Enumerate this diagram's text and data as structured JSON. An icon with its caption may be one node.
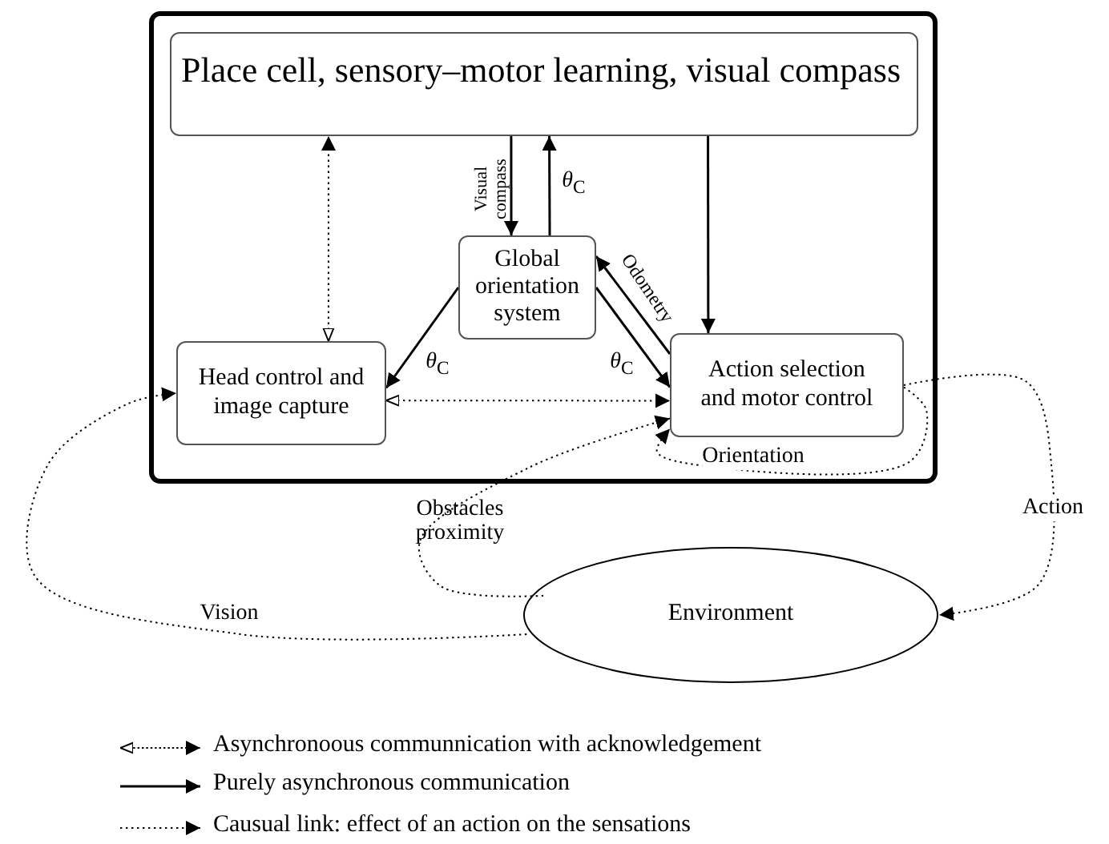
{
  "diagram": {
    "nodes": [
      {
        "text": [],
        "shape": "box"
      },
      {
        "text": [
          "Place cell, sensory–motor learning, visual compass"
        ],
        "in": 0
      },
      {
        "text": [
          "Global orientation system"
        ],
        "in": 0
      },
      {
        "text": [
          "Head control and image capture"
        ],
        "in": 0
      },
      {
        "text": [
          "Action selection and motor control"
        ],
        "in": 0
      },
      {
        "text": [
          "Environment"
        ]
      }
    ],
    "edges": [
      {
        "from": 3,
        "to": 1,
        "arrow": "both",
        "style": "dashed"
      },
      {
        "from": 1,
        "to": 2,
        "arrow": "to",
        "label": "Visual compass"
      },
      {
        "from": 2,
        "to": 1,
        "arrow": "to",
        "label": "*θ*$_{C}$"
      },
      {
        "from": 1,
        "to": 4,
        "arrow": "to"
      },
      {
        "from": 2,
        "to": 3,
        "arrow": "to",
        "label": "*θ*$_{C}$"
      },
      {
        "from": 2,
        "to": 4,
        "arrow": "to",
        "label": "*θ*$_{C}$"
      },
      {
        "from": 4,
        "to": 2,
        "arrow": "to",
        "label": "Odometry"
      },
      {
        "from": 3,
        "to": 4,
        "arrow": "both",
        "style": "dashed"
      },
      {
        "from": 4,
        "to": 4,
        "arrow": "to",
        "style": "dashed",
        "label": "Orientation"
      },
      {
        "from": 5,
        "to": 4,
        "arrow": "to",
        "style": "dashed",
        "label": "Obstacles proximity"
      },
      {
        "from": 5,
        "to": 3,
        "arrow": "to",
        "style": "dashed",
        "label": "Vision"
      },
      {
        "from": 4,
        "to": 5,
        "arrow": "to",
        "style": "dashed",
        "label": "Action"
      }
    ],
    "legend": [
      {
        "text": "Asynchronoous communnication with acknowledgement"
      },
      {
        "text": "Purely asynchronous communication"
      },
      {
        "text": "Causual link: effect of an action on the sensations"
      }
    ]
  }
}
